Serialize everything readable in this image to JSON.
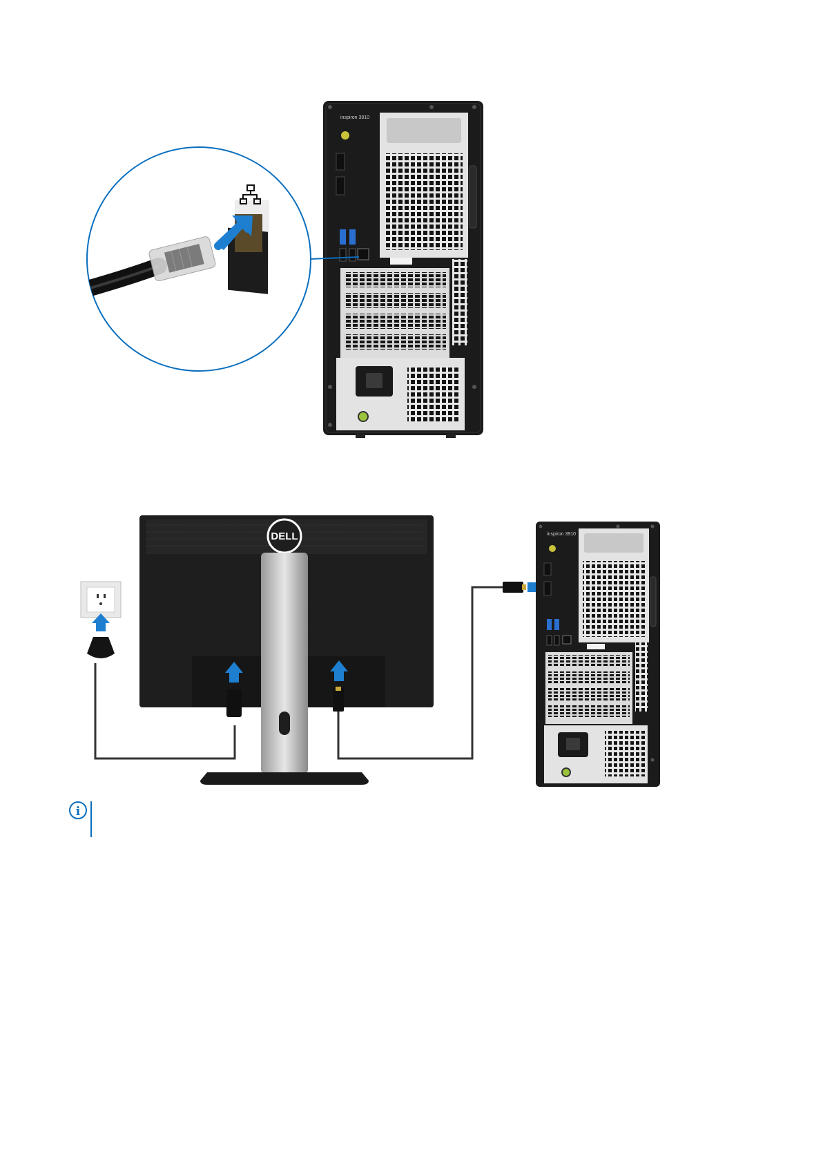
{
  "figure1": {
    "tower_model_label": "inspiron 3910",
    "zoom_icon": "network-port-icon"
  },
  "figure2": {
    "tower_model_label": "inspiron 3910",
    "monitor_logo": "DELL"
  },
  "note": {
    "icon": "info-icon",
    "text": ""
  },
  "colors": {
    "accent_blue": "#0a6ebd",
    "arrow_blue": "#1e7fd1",
    "tower_black": "#1b1b1b",
    "chassis_silver": "#d9dadc"
  }
}
